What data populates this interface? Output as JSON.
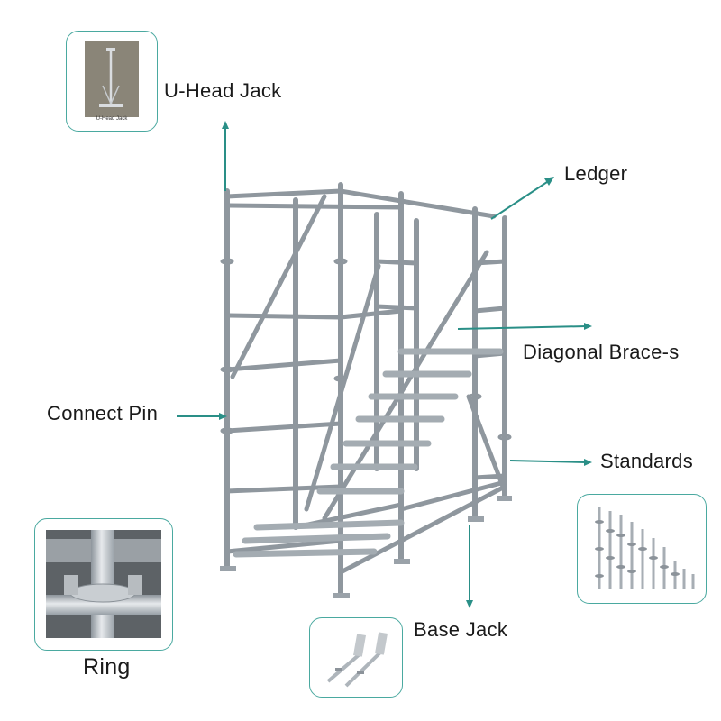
{
  "labels": {
    "u_head_jack": "U-Head Jack",
    "ledger": "Ledger",
    "diagonal_brace": "Diagonal Brace-s",
    "connect_pin": "Connect Pin",
    "standards": "Standards",
    "base_jack": "Base Jack",
    "ring": "Ring"
  },
  "thumbs": {
    "u_head_caption": "U-Head Jack"
  },
  "colors": {
    "arrow": "#2a8f87",
    "frame": "#4aa9a0",
    "steel": "#b9c0c6",
    "steel_dark": "#7d868e"
  }
}
